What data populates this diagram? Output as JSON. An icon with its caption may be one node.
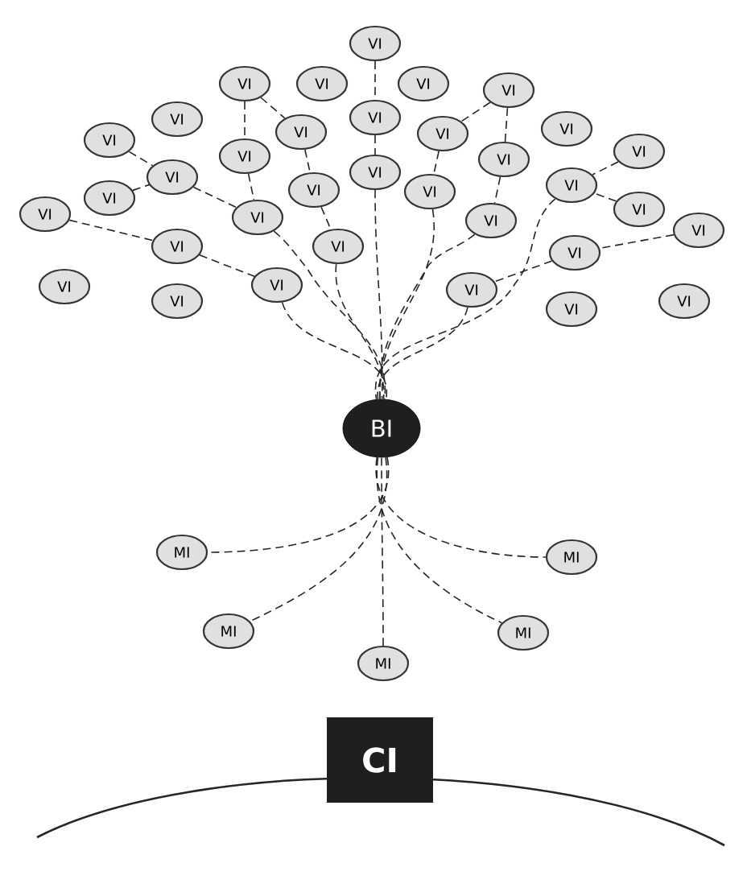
{
  "diagram": {
    "nodes": [
      {
        "text": [
          "VI"
        ]
      },
      {
        "text": [
          "VI"
        ]
      },
      {
        "text": [
          "VI"
        ]
      },
      {
        "text": [
          "VI"
        ]
      },
      {
        "text": [
          "VI"
        ]
      },
      {
        "text": [
          "VI"
        ]
      },
      {
        "text": [
          "VI"
        ]
      },
      {
        "text": [
          "VI"
        ]
      },
      {
        "text": [
          "VI"
        ]
      },
      {
        "text": [
          "VI"
        ]
      },
      {
        "text": [
          "VI"
        ]
      },
      {
        "text": [
          "VI"
        ]
      },
      {
        "text": [
          "VI"
        ]
      },
      {
        "text": [
          "VI"
        ]
      },
      {
        "text": [
          "VI"
        ]
      },
      {
        "text": [
          "VI"
        ]
      },
      {
        "text": [
          "VI"
        ]
      },
      {
        "text": [
          "VI"
        ]
      },
      {
        "text": [
          "VI"
        ]
      },
      {
        "text": [
          "VI"
        ]
      },
      {
        "text": [
          "VI"
        ]
      },
      {
        "text": [
          "VI"
        ]
      },
      {
        "text": [
          "VI"
        ]
      },
      {
        "text": [
          "VI"
        ]
      },
      {
        "text": [
          "VI"
        ]
      },
      {
        "text": [
          "VI"
        ]
      },
      {
        "text": [
          "VI"
        ]
      },
      {
        "text": [
          "VI"
        ]
      },
      {
        "text": [
          "VI"
        ]
      },
      {
        "text": [
          "VI"
        ]
      },
      {
        "text": [
          "VI"
        ]
      },
      {
        "text": [
          "VI"
        ]
      },
      {
        "text": [
          "VI"
        ]
      },
      {
        "text": [
          "VI"
        ]
      },
      {
        "text": [
          "BI"
        ]
      },
      {
        "text": [
          "MI"
        ]
      },
      {
        "text": [
          "MI"
        ]
      },
      {
        "text": [
          "MI"
        ]
      },
      {
        "text": [
          "MI"
        ]
      },
      {
        "text": [
          "MI"
        ]
      },
      {
        "text": [
          "CI"
        ]
      }
    ],
    "edges": [
      {
        "from": 0,
        "to": 5,
        "arrow": "none"
      },
      {
        "from": 5,
        "to": 14,
        "arrow": "none"
      },
      {
        "from": 14,
        "to": 34,
        "arrow": "none"
      },
      {
        "from": 1,
        "to": 8,
        "arrow": "none"
      },
      {
        "from": 1,
        "to": 12,
        "arrow": "none"
      },
      {
        "from": 8,
        "to": 17,
        "arrow": "none"
      },
      {
        "from": 12,
        "to": 22,
        "arrow": "none"
      },
      {
        "from": 17,
        "to": 26,
        "arrow": "none"
      },
      {
        "from": 26,
        "to": 34,
        "arrow": "none"
      },
      {
        "from": 22,
        "to": 34,
        "arrow": "none"
      },
      {
        "from": 10,
        "to": 15,
        "arrow": "none"
      },
      {
        "from": 19,
        "to": 15,
        "arrow": "none"
      },
      {
        "from": 15,
        "to": 22,
        "arrow": "none"
      },
      {
        "from": 21,
        "to": 25,
        "arrow": "none"
      },
      {
        "from": 25,
        "to": 28,
        "arrow": "none"
      },
      {
        "from": 28,
        "to": 34,
        "arrow": "none"
      },
      {
        "from": 4,
        "to": 13,
        "arrow": "none"
      },
      {
        "from": 4,
        "to": 9,
        "arrow": "none"
      },
      {
        "from": 9,
        "to": 18,
        "arrow": "none"
      },
      {
        "from": 18,
        "to": 34,
        "arrow": "none"
      },
      {
        "from": 13,
        "to": 23,
        "arrow": "none"
      },
      {
        "from": 23,
        "to": 34,
        "arrow": "none"
      },
      {
        "from": 11,
        "to": 16,
        "arrow": "none"
      },
      {
        "from": 20,
        "to": 16,
        "arrow": "none"
      },
      {
        "from": 16,
        "to": 34,
        "arrow": "none"
      },
      {
        "from": 24,
        "to": 27,
        "arrow": "none"
      },
      {
        "from": 27,
        "to": 31,
        "arrow": "none"
      },
      {
        "from": 31,
        "to": 34,
        "arrow": "none"
      },
      {
        "from": 34,
        "to": 35,
        "arrow": "none"
      },
      {
        "from": 34,
        "to": 36,
        "arrow": "none"
      },
      {
        "from": 34,
        "to": 37,
        "arrow": "none"
      },
      {
        "from": 34,
        "to": 38,
        "arrow": "none"
      },
      {
        "from": 34,
        "to": 39,
        "arrow": "none"
      }
    ]
  }
}
